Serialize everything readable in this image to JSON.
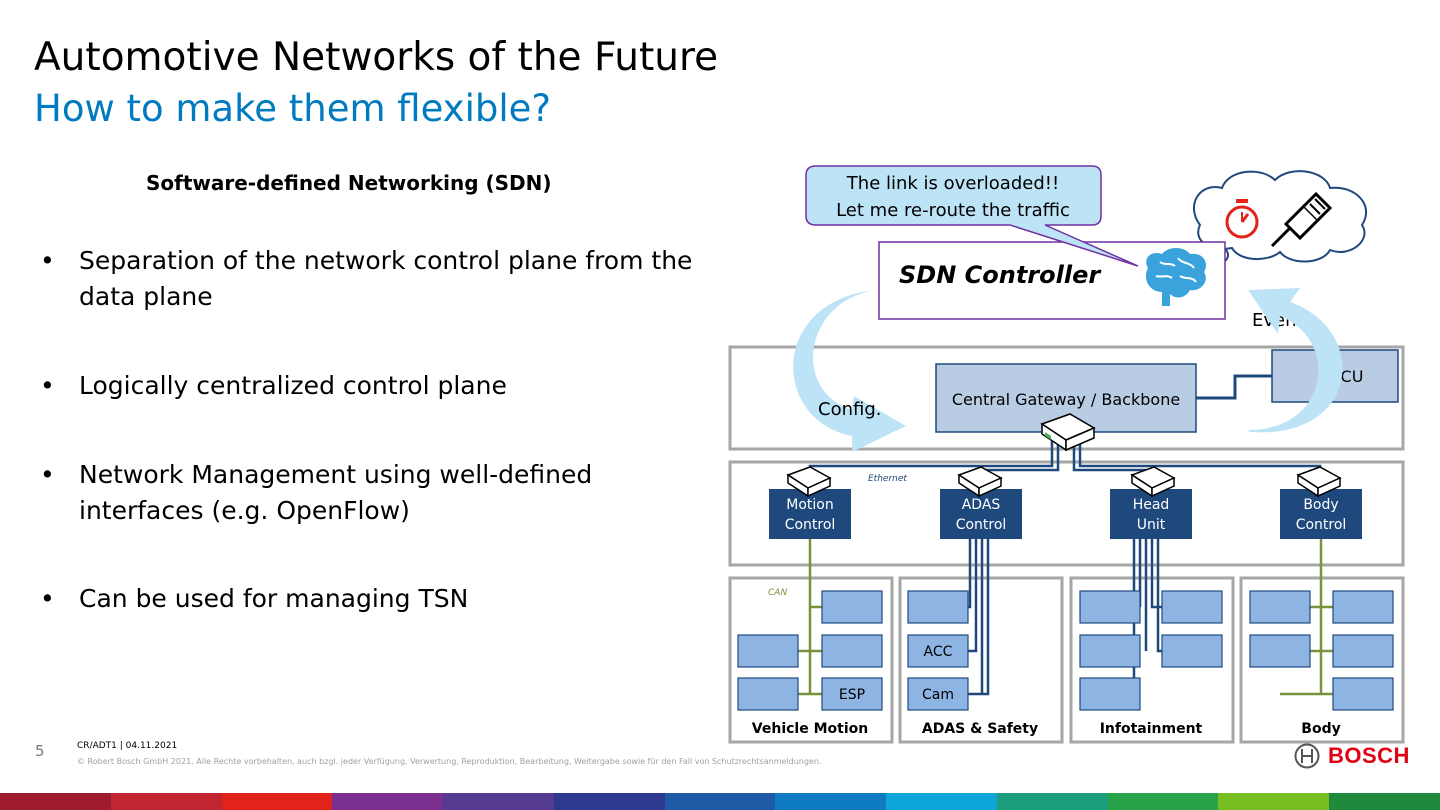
{
  "slide": {
    "title": "Automotive Networks of the Future",
    "subtitle": "How to make them flexible?",
    "page_number": "5",
    "footer_meta": "CR/ADT1 | 04.11.2021",
    "copyright": "© Robert Bosch GmbH 2021. Alle Rechte vorbehalten, auch bzgl. jeder Verfügung, Verwertung, Reproduktion, Bearbeitung, Weitergabe sowie für den Fall von Schutzrechtsanmeldungen.",
    "brand": "BOSCH"
  },
  "left": {
    "heading": "Software-defined Networking (SDN)",
    "bullets": [
      "Separation of the network control plane from the data plane",
      "Logically centralized control plane",
      "Network Management using well-defined interfaces (e.g. OpenFlow)",
      "Can be used for managing TSN"
    ]
  },
  "diagram": {
    "speech_bubble": {
      "line1": "The link is overloaded!!",
      "line2": "Let me re-route the traffic"
    },
    "controller_label": "SDN Controller",
    "events_label": "Events",
    "config_label": "Config.",
    "gateway_label": "Central Gateway / Backbone",
    "ecu_label": "CU",
    "ethernet_label": "Ethernet",
    "can_label": "CAN",
    "domain_controllers": [
      {
        "line1": "Motion",
        "line2": "Control"
      },
      {
        "line1": "ADAS",
        "line2": "Control"
      },
      {
        "line1": "Head",
        "line2": "Unit"
      },
      {
        "line1": "Body",
        "line2": "Control"
      }
    ],
    "zones": [
      "Vehicle Motion",
      "ADAS & Safety",
      "Infotainment",
      "Body"
    ],
    "ecu_labels": {
      "esp": "ESP",
      "acc": "ACC",
      "cam": "Cam"
    }
  },
  "colors": {
    "accent": "#007bc0",
    "controller_box": "#1f497d",
    "ecu_fill": "#8db4e2",
    "gateway_fill": "#b8cce4",
    "ethernet_line": "#1f497d",
    "can_line": "#77933c",
    "arrow": "#bde3f7",
    "bubble_fill": "#bde3f7",
    "bubble_border": "#7030a0",
    "brand_red": "#e20015"
  },
  "icons": [
    "brain-icon",
    "stopwatch-icon",
    "ethernet-plug-icon",
    "switch-icon",
    "bosch-logo-icon"
  ],
  "rainbow": [
    "#9e1c2d",
    "#c0262f",
    "#e2231a",
    "#7b2f8f",
    "#543a91",
    "#2e3a8f",
    "#1f5aa6",
    "#0f7cc1",
    "#0ea5d8",
    "#1c9e7d",
    "#29a34a",
    "#78be20",
    "#1f8a3c"
  ]
}
